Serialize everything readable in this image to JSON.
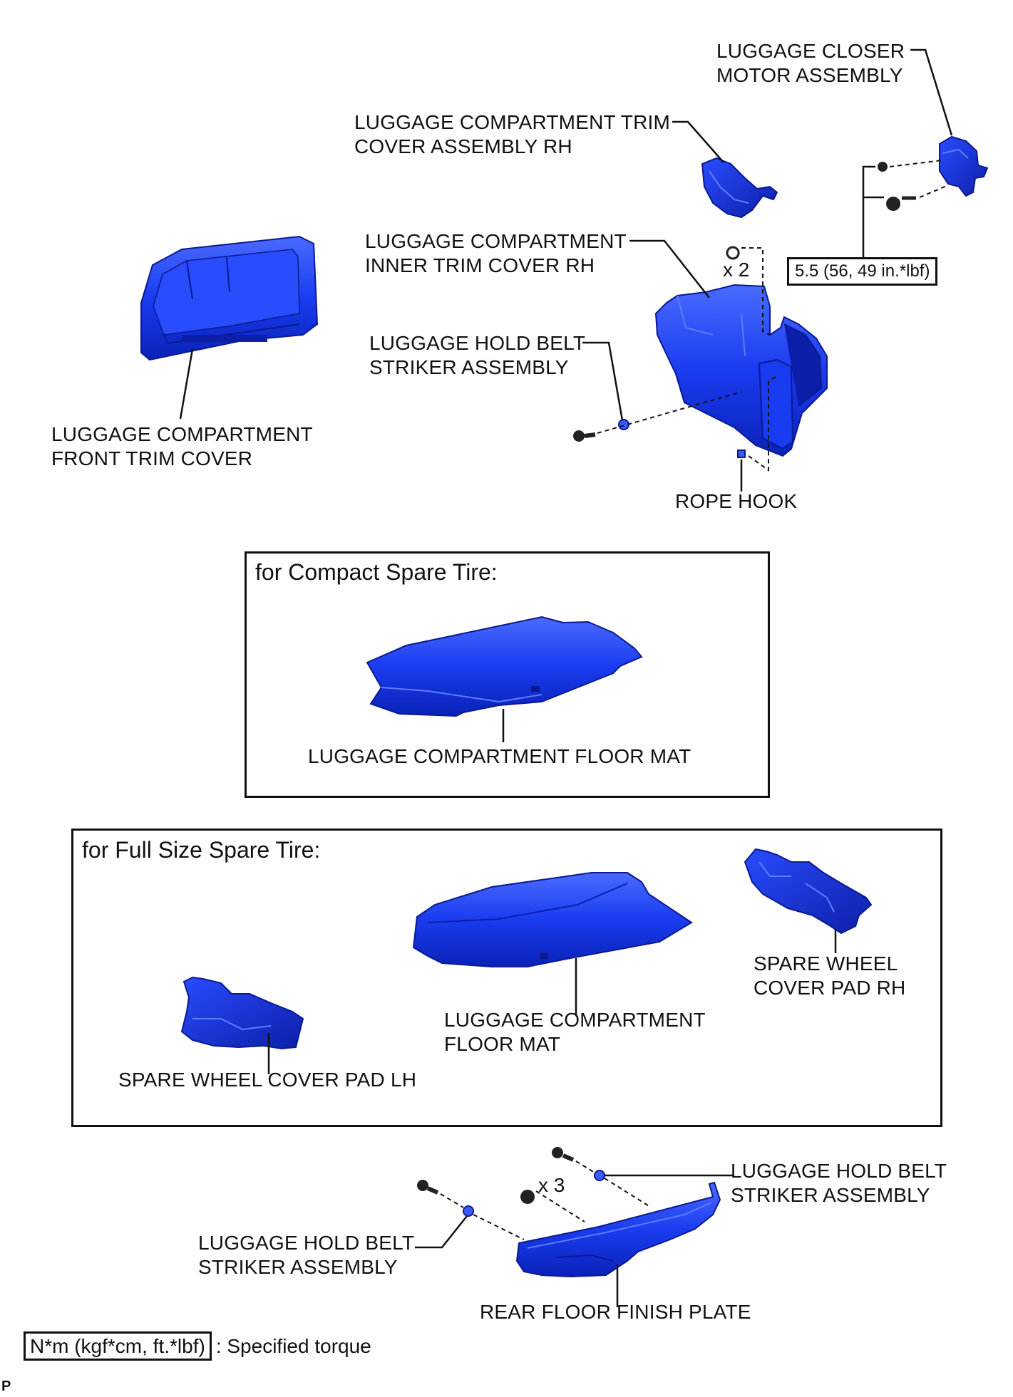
{
  "labels": {
    "closer_motor": "LUGGAGE CLOSER\nMOTOR ASSEMBLY",
    "trim_cover_rh": "LUGGAGE COMPARTMENT TRIM\nCOVER ASSEMBLY RH",
    "inner_trim_rh": "LUGGAGE COMPARTMENT\nINNER TRIM COVER RH",
    "hold_belt_top": "LUGGAGE HOLD BELT\nSTRIKER ASSEMBLY",
    "front_trim": "LUGGAGE COMPARTMENT\nFRONT TRIM COVER",
    "rope_hook": "ROPE HOOK",
    "floor_mat_compact": "LUGGAGE COMPARTMENT FLOOR MAT",
    "spare_pad_rh": "SPARE WHEEL\nCOVER PAD RH",
    "floor_mat_full": "LUGGAGE COMPARTMENT\nFLOOR MAT",
    "spare_pad_lh": "SPARE WHEEL COVER PAD LH",
    "hold_belt_right": "LUGGAGE HOLD BELT\nSTRIKER ASSEMBLY",
    "hold_belt_left": "LUGGAGE HOLD BELT\nSTRIKER ASSEMBLY",
    "rear_plate": "REAR FLOOR FINISH PLATE"
  },
  "torque": "5.5 (56, 49 in.*lbf)",
  "mult_x2": "x 2",
  "mult_x3": "x 3",
  "box_compact_title": "for Compact Spare Tire:",
  "box_full_title": "for Full Size Spare Tire:",
  "legend": {
    "unit": "N*m (kgf*cm, ft.*lbf)",
    "text": ": Specified torque"
  },
  "code": "P",
  "colors": {
    "part": "#1a3cf0",
    "part_dark": "#0a1fb0",
    "part_light": "#5d7dff",
    "line": "#111111"
  }
}
